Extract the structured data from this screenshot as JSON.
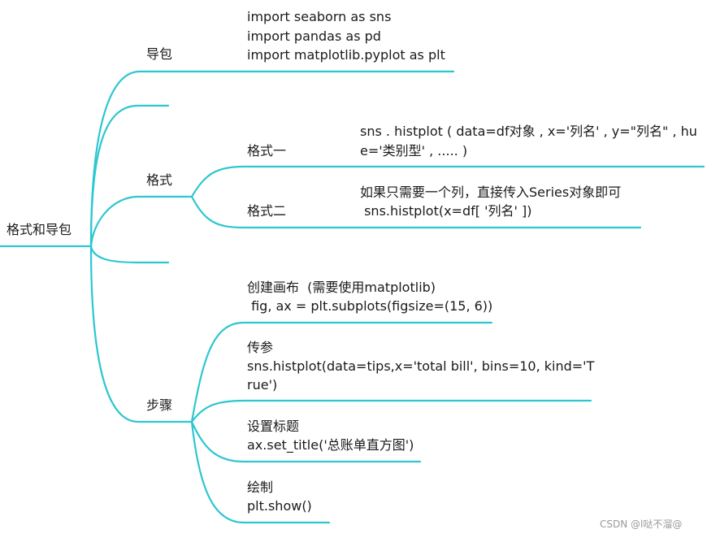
{
  "root": {
    "label": "格式和导包"
  },
  "branches": {
    "import": {
      "label": "导包",
      "code": [
        "import seaborn as sns",
        "import pandas as pd",
        "import matplotlib.pyplot as plt"
      ]
    },
    "format": {
      "label": "格式",
      "children": [
        {
          "label": "格式一",
          "detail": [
            "sns . histplot ( data=df对象 , x='列名' , y=\"列名\" , hu",
            "e='类别型' , ..... )"
          ]
        },
        {
          "label": "格式二",
          "detail": [
            "如果只需要一个列，直接传入Series对象即可",
            " sns.histplot(x=df[ '列名' ])"
          ]
        }
      ]
    },
    "steps": {
      "label": "步骤",
      "children": [
        {
          "detail": [
            "创建画布  (需要使用matplotlib)",
            " fig, ax = plt.subplots(figsize=(15, 6))"
          ]
        },
        {
          "detail": [
            "传参",
            "sns.histplot(data=tips,x='total bill', bins=10, kind='T",
            "rue')"
          ]
        },
        {
          "detail": [
            "设置标题",
            "ax.set_title('总账单直方图')"
          ]
        },
        {
          "detail": [
            "绘制",
            "plt.show()"
          ]
        }
      ]
    }
  },
  "watermark": "CSDN @l哒不溜@",
  "colors": {
    "line": "#2ec7d0",
    "text": "#1a1a1a",
    "watermark": "#9a9a9a"
  }
}
